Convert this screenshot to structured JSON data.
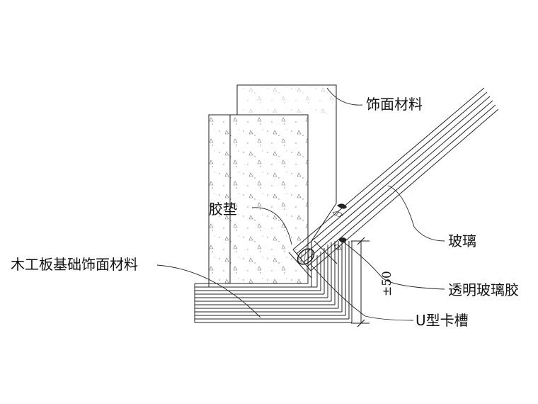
{
  "labels": {
    "finish_material": "饰面材料",
    "rubber_gasket": "胶垫",
    "glass": "玻璃",
    "clear_sealant": "透明玻璃胶",
    "u_channel": "U型卡槽",
    "wood_base_finish": "木工板基础饰面材料"
  },
  "dimension": {
    "value": "±50"
  }
}
